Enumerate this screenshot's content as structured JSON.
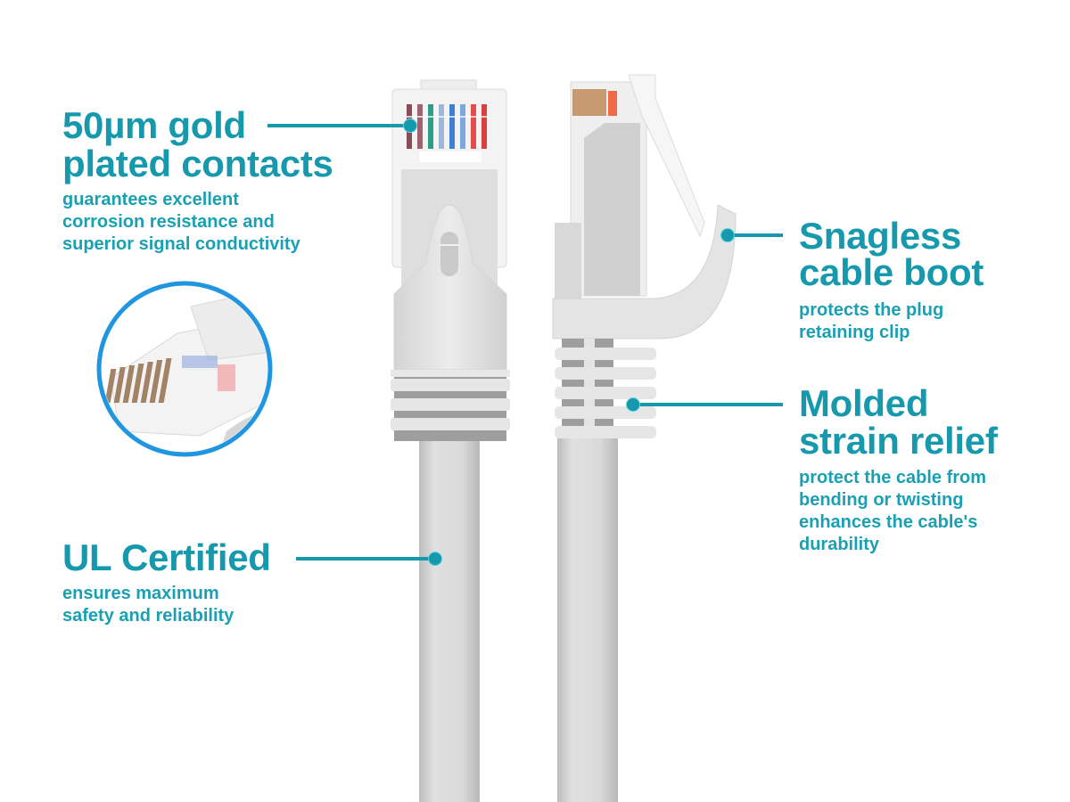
{
  "colors": {
    "accent": "#1699ad",
    "circle_border": "#2196e0",
    "cable": "#dcdcdc"
  },
  "features": [
    {
      "id": "gold-contacts",
      "title_lines": [
        "50µm gold",
        "plated contacts"
      ],
      "description_lines": [
        "guarantees excellent",
        "corrosion resistance and",
        "superior signal conductivity"
      ]
    },
    {
      "id": "snagless-boot",
      "title_lines": [
        "Snagless",
        "cable boot"
      ],
      "description_lines": [
        "protects the plug",
        "retaining clip"
      ]
    },
    {
      "id": "strain-relief",
      "title_lines": [
        "Molded",
        "strain relief"
      ],
      "description_lines": [
        "protect the cable from",
        "bending or twisting",
        "enhances the cable's",
        "durability"
      ]
    },
    {
      "id": "ul-certified",
      "title_lines": [
        "UL Certified"
      ],
      "description_lines": [
        "ensures maximum",
        "safety and reliability"
      ]
    }
  ],
  "illustrations": {
    "front_plug": "rj45-connector-front-view",
    "side_plug": "rj45-connector-side-view",
    "closeup": "rj45-contacts-closeup-circle"
  }
}
